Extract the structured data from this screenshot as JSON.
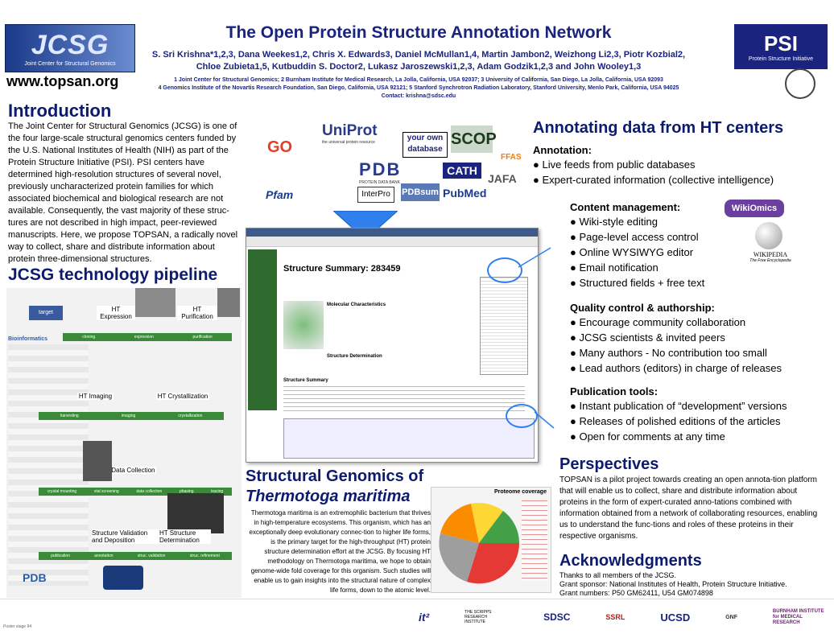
{
  "header": {
    "title": "The Open Protein Structure Annotation Network",
    "authors_line1": "S. Sri Krishna*1,2,3, Dana Weekes1,2, Chris X. Edwards3, Daniel McMullan1,4, Martin Jambon2, Weizhong Li2,3, Piotr Kozbial2,",
    "authors_line2": "Chloe Zubieta1,5, Kutbuddin S. Doctor2, Lukasz Jaroszewski1,2,3, Adam Godzik1,2,3 and John Wooley1,3",
    "affil_line1": "1 Joint Center for Structural Genomics; 2 Burnham Institute for Medical Research, La Jolla, California, USA 92037; 3 University of California, San Diego, La Jolla, California, USA 92093",
    "affil_line2": "4 Genomics Institute of the Novartis Research Foundation, San Diego, California, USA 92121; 5 Stanford Synchrotron Radiation Laboratory, Stanford University, Menlo Park, California, USA 94025",
    "contact": "Contact: krishna@sdsc.edu",
    "website": "www.topsan.org",
    "jcsg_logo": "JCSG",
    "jcsg_logo_sub": "Joint Center for Structural Genomics",
    "psi_logo": "PSI",
    "psi_logo_sub": "Protein Structure Initiative"
  },
  "intro": {
    "heading": "Introduction",
    "text": "The Joint Center for Structural Genomics (JCSG) is one of the four large-scale structural genomics centers funded by the U.S. National Institutes of Health (NIH) as part of the Protein Structure Initiative (PSI). PSI centers have determined high-resolution structures of several novel, previously uncharacterized protein families for which associated biochemical and biological research are not available. Consequently, the vast majority of these struc-tures are not described in high impact, peer-reviewed manuscripts. Here, we propose TOPSAN, a radically novel way to collect, share and distribute information about protein three-dimensional structures."
  },
  "pipeline": {
    "heading": "JCSG technology pipeline",
    "labels": [
      "HT Expression",
      "HT Purification",
      "HT Imaging",
      "HT Crystallization",
      "HT Data Collection",
      "Structure Validation and Deposition",
      "HT Structure Determination"
    ],
    "stages": [
      "cloning",
      "expression",
      "purification",
      "harvesting",
      "imaging",
      "crystallization",
      "crystal mounting",
      "xtal screening",
      "data collection",
      "phasing",
      "tracing",
      "publication",
      "annotation",
      "struc. validation",
      "struc. refinement"
    ],
    "target": "target",
    "bioinformatics": "Bioinformatics",
    "pdb": "PDB"
  },
  "sources": {
    "logos": [
      "GO",
      "UniProt",
      "your own database",
      "SCOP",
      "FFAS",
      "PDB",
      "CATH",
      "JAFA",
      "Pfam",
      "InterPro",
      "PDBsum",
      "PubMed"
    ],
    "uniprot_sub": "the universal protein resource",
    "pdb_sub": "PROTEIN DATA BANK"
  },
  "screenshot": {
    "title": "Structure Summary: 283459",
    "sec1": "Molecular Characteristics",
    "sec2": "Structure Determination",
    "sec3": "Structure Summary"
  },
  "annotating": {
    "heading": "Annotating data from HT centers",
    "annotation_title": "Annotation:",
    "annotation_items": [
      "Live feeds from public databases",
      "Expert-curated information (collective intelligence)"
    ],
    "content_title": "Content management:",
    "content_items": [
      "Wiki-style editing",
      "Page-level access control",
      "Online WYSIWYG editor",
      "Email notification",
      "Structured fields + free text"
    ],
    "quality_title": "Quality control & authorship:",
    "quality_items": [
      "Encourage community collaboration",
      "JCSG scientists & invited peers",
      "Many authors - No contribution too small",
      "Lead authors (editors) in charge of releases"
    ],
    "pub_title": "Publication tools:",
    "pub_items": [
      "Instant publication of “development” versions",
      "Releases of polished editions of the articles",
      "Open for comments at any time"
    ],
    "wikimedia": "WikiOmics",
    "wikipedia": "WIKIPEDIA",
    "wikipedia_sub": "The Free Encyclopedia"
  },
  "thermotoga": {
    "heading1": "Structural Genomics of",
    "heading2": "Thermotoga maritima",
    "text": "Thermotoga maritima is an extremophilic bacterium that thrives in high-temperature ecosystems. This organism, which has an exceptionally deep evolutionary connec-tion to higher life forms, is the primary target for the high-throughput (HT) protein structure determination effort at the JCSG. By focusing HT methodology on Thermotoga maritima, we hope to obtain genome-wide fold coverage for this organism. Such studies will enable us to gain insights into the structural nature of complex life forms, down to the atomic level.",
    "chart_title": "Proteome coverage"
  },
  "perspectives": {
    "heading": "Perspectives",
    "text": "TOPSAN is a pilot project towards creating an open annota-tion platform that will enable us to collect, share and distribute information about proteins in the form of expert-curated anno-tations combined with information obtained from a network of collaborating resources, enabling us to understand the func-tions and roles of these proteins in their respective organisms."
  },
  "ack": {
    "heading": "Acknowledgments",
    "line1": "Thanks to all members of the JCSG.",
    "line2": "Grant sponsor: National Institutes of Health, Protein Structure Initiative.",
    "line3": "Grant numbers: P50 GM62411, U54 GM074898"
  },
  "footer": {
    "logos": [
      "it²",
      "THE SCRIPPS RESEARCH INSTITUTE",
      "SDSC",
      "SSRL",
      "UCSD",
      "GNF",
      "BURNHAM INSTITUTE for MEDICAL RESEARCH"
    ],
    "poster_tag": "Poster stage 94"
  },
  "colors": {
    "title_blue": "#1a237e",
    "heading_navy": "#0d1b6e",
    "pipe_green": "#3a8a3a",
    "arrow_blue": "#2f80ed"
  }
}
